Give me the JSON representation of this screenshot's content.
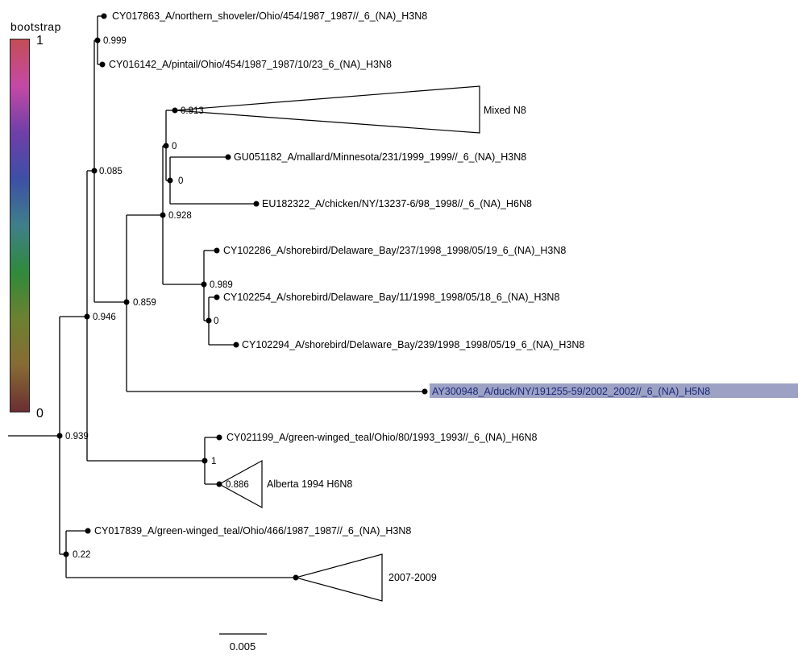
{
  "legend": {
    "title": "bootstrap",
    "max": "1",
    "min": "0",
    "gradient_colors": [
      "#c44d55",
      "#c449a6",
      "#6f3fa8",
      "#3d4fa6",
      "#3f7f8a",
      "#2f8a3b",
      "#6c8130",
      "#876b33",
      "#6b2e33"
    ]
  },
  "scale": {
    "label": "0.005"
  },
  "highlight_color": "#9da1c4",
  "leaves": [
    {
      "id": "l1",
      "label": "CY017863_A/northern_shoveler/Ohio/454/1987_1987//_6_(NA)_H3N8"
    },
    {
      "id": "l2",
      "label": "CY016142_A/pintail/Ohio/454/1987_1987/10/23_6_(NA)_H3N8"
    },
    {
      "id": "c1",
      "label": "Mixed N8"
    },
    {
      "id": "l3",
      "label": "GU051182_A/mallard/Minnesota/231/1999_1999//_6_(NA)_H3N8"
    },
    {
      "id": "l4",
      "label": "EU182322_A/chicken/NY/13237-6/98_1998//_6_(NA)_H6N8"
    },
    {
      "id": "l5",
      "label": "CY102286_A/shorebird/Delaware_Bay/237/1998_1998/05/19_6_(NA)_H3N8"
    },
    {
      "id": "l6",
      "label": "CY102254_A/shorebird/Delaware_Bay/11/1998_1998/05/18_6_(NA)_H3N8"
    },
    {
      "id": "l7",
      "label": "CY102294_A/shorebird/Delaware_Bay/239/1998_1998/05/19_6_(NA)_H3N8"
    },
    {
      "id": "l8",
      "label": "AY300948_A/duck/NY/191255-59/2002_2002//_6_(NA)_H5N8",
      "highlighted": true
    },
    {
      "id": "l9",
      "label": "CY021199_A/green-winged_teal/Ohio/80/1993_1993//_6_(NA)_H6N8"
    },
    {
      "id": "c2",
      "label": "Alberta 1994 H6N8"
    },
    {
      "id": "l10",
      "label": "CY017839_A/green-winged_teal/Ohio/466/1987_1987//_6_(NA)_H3N8"
    },
    {
      "id": "c3",
      "label": "2007-2009"
    }
  ],
  "support_values": [
    {
      "id": "s1",
      "value": "0.999"
    },
    {
      "id": "s2",
      "value": "0.913"
    },
    {
      "id": "s3",
      "value": "0"
    },
    {
      "id": "s4",
      "value": "0"
    },
    {
      "id": "s5",
      "value": "0.085"
    },
    {
      "id": "s6",
      "value": "0.928"
    },
    {
      "id": "s7",
      "value": "0.989"
    },
    {
      "id": "s8",
      "value": "0"
    },
    {
      "id": "s9",
      "value": "0.859"
    },
    {
      "id": "s10",
      "value": "0.946"
    },
    {
      "id": "s11",
      "value": "0.939"
    },
    {
      "id": "s12",
      "value": "1"
    },
    {
      "id": "s13",
      "value": "0.886"
    },
    {
      "id": "s14",
      "value": "0.22"
    }
  ]
}
